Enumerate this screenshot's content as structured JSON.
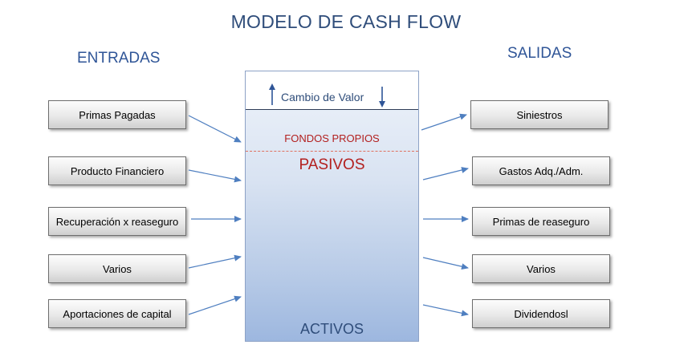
{
  "title": "MODELO DE CASH FLOW",
  "entradas": {
    "heading": "ENTRADAS",
    "items": [
      {
        "label": "Primas  Pagadas"
      },
      {
        "label": "Producto Financiero"
      },
      {
        "label": "Recuperación x reaseguro"
      },
      {
        "label": "Varios"
      },
      {
        "label": "Aportaciones de capital"
      }
    ]
  },
  "salidas": {
    "heading": "SALIDAS",
    "items": [
      {
        "label": "Siniestros"
      },
      {
        "label": "Gastos  Adq./Adm."
      },
      {
        "label": "Primas de reaseguro"
      },
      {
        "label": "Varios"
      },
      {
        "label": "Dividendosl"
      }
    ]
  },
  "center": {
    "cambio_valor": "Cambio de Valor",
    "fondos_propios": "FONDOS PROPIOS",
    "pasivos": "PASIVOS",
    "activos": "ACTIVOS"
  },
  "colors": {
    "arrow": "#4f7fc0",
    "heading": "#2f5597",
    "accent_red": "#b3201f"
  }
}
